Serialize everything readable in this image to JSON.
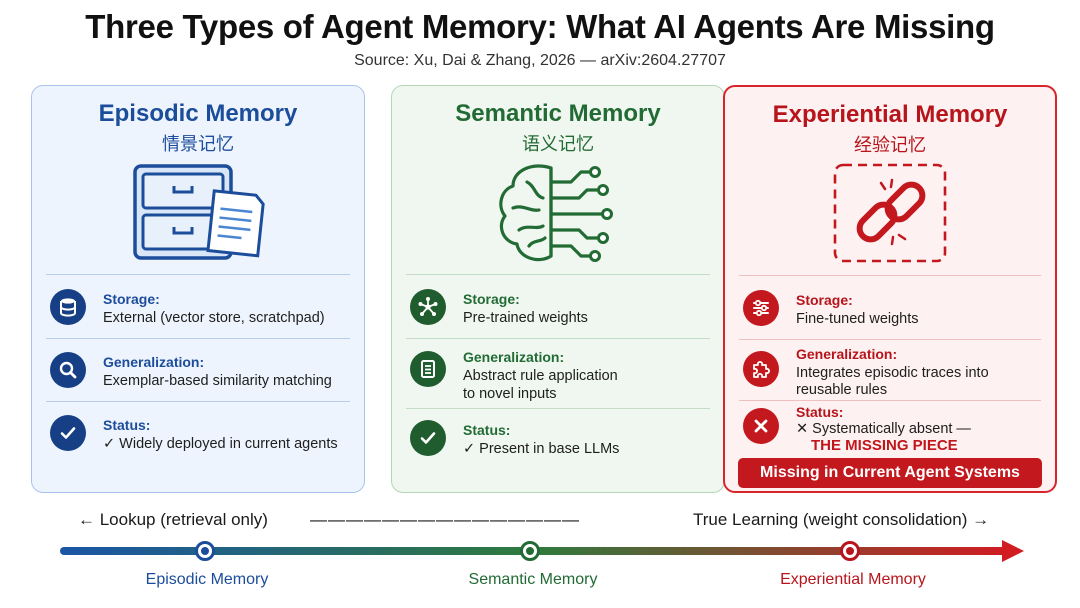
{
  "title": "Three Types of Agent Memory: What AI Agents Are Missing",
  "source": "Source: Xu, Dai & Zhang, 2026 — arXiv:2604.27707",
  "colors": {
    "episodic": "#1c4d9b",
    "semantic": "#226b34",
    "experiential": "#b7151b"
  },
  "cards": {
    "episodic": {
      "title": "Episodic Memory",
      "subtitle": "情景记忆",
      "illustration_icon": "filing-cabinet-icon",
      "storage_label": "Storage:",
      "storage_value": "External (vector store, scratchpad)",
      "generalization_label": "Generalization:",
      "generalization_value": "Exemplar-based similarity matching",
      "status_label": "Status:",
      "status_value": "✓ Widely deployed in current agents"
    },
    "semantic": {
      "title": "Semantic Memory",
      "subtitle": "语义记忆",
      "illustration_icon": "brain-circuit-icon",
      "storage_label": "Storage:",
      "storage_value": "Pre-trained weights",
      "generalization_label": "Generalization:",
      "generalization_value_1": "Abstract rule application",
      "generalization_value_2": "to novel inputs",
      "status_label": "Status:",
      "status_value": "✓ Present in base LLMs"
    },
    "experiential": {
      "title": "Experiential Memory",
      "subtitle": "经验记忆",
      "illustration_icon": "broken-link-icon",
      "storage_label": "Storage:",
      "storage_value": "Fine-tuned weights",
      "generalization_label": "Generalization:",
      "generalization_value_1": "Integrates episodic traces into",
      "generalization_value_2": "reusable rules",
      "status_label": "Status:",
      "status_value": "✕ Systematically absent —",
      "missing_piece": "THE MISSING PIECE",
      "banner": "Missing in Current Agent Systems"
    }
  },
  "spectrum": {
    "left_label": "← Lookup (retrieval only)",
    "dashes": "———————————————",
    "right_label": "True Learning (weight consolidation) →",
    "nodes": [
      "Episodic Memory",
      "Semantic Memory",
      "Experiential Memory"
    ]
  }
}
